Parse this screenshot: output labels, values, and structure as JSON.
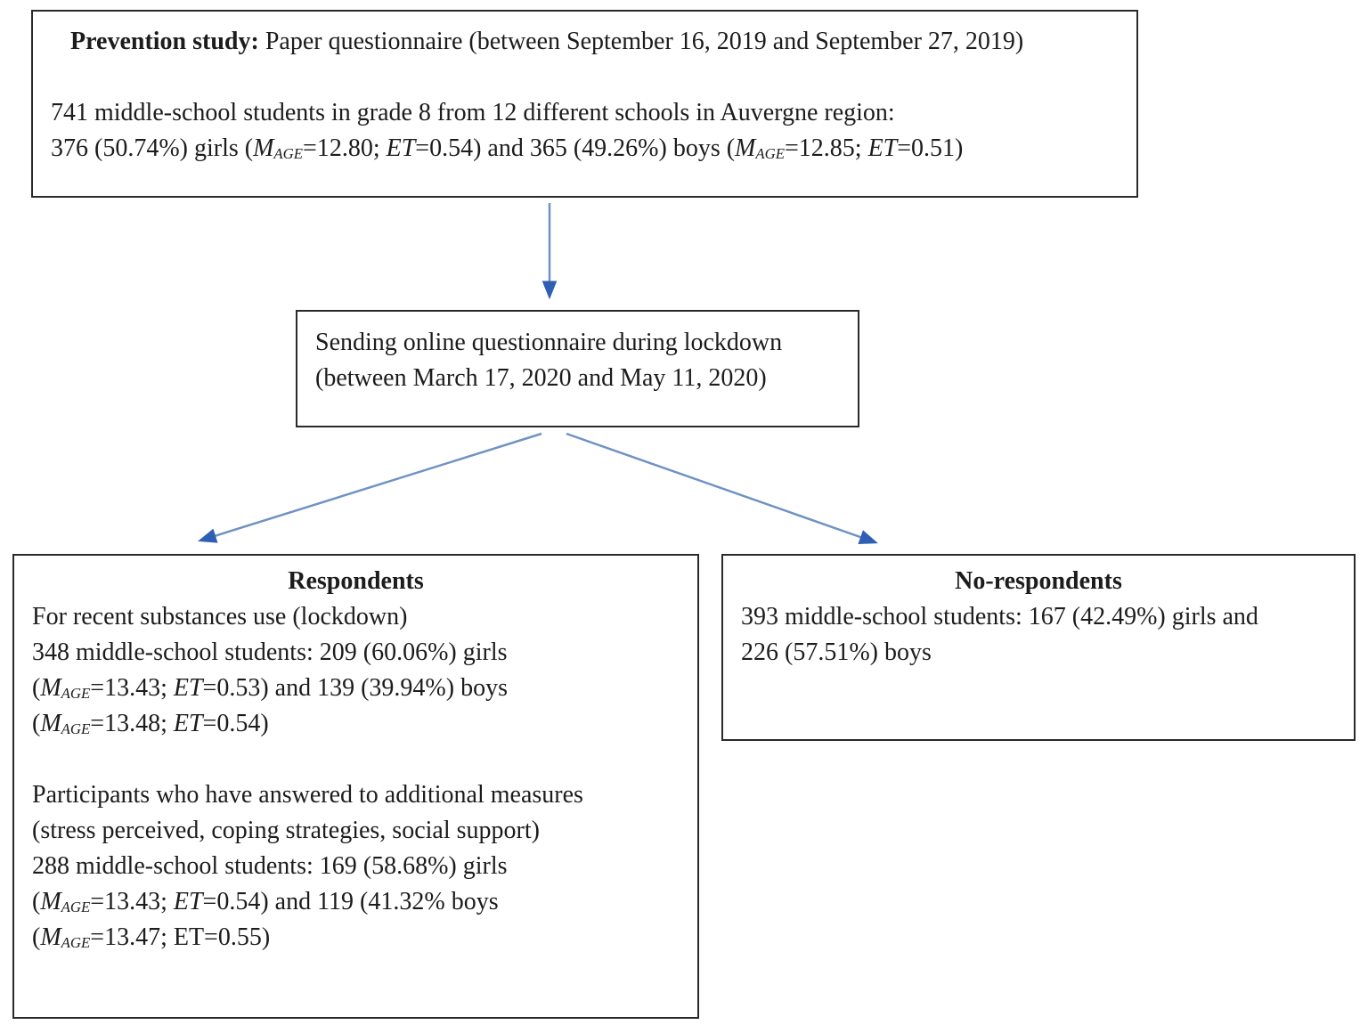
{
  "colors": {
    "arrow_line": "#6f93c3",
    "arrow_head": "#2f5fb3",
    "box_border": "#2a2a2a",
    "text": "#1c1c1c",
    "background": "#ffffff"
  },
  "top_box": {
    "title_bold": "Prevention study:",
    "title_rest": " Paper questionnaire (between September 16, 2019 and September 27, 2019)",
    "line2": "741 middle-school students in grade 8 from 12 different schools in Auvergne region:",
    "line3": "376 (50.74%) girls (*M~AGE~*=12.80; *ET*=0.54) and 365 (49.26%) boys (*M~AGE~*=12.85; *ET*=0.51)"
  },
  "middle_box": {
    "line1": "Sending online questionnaire during lockdown",
    "line2": "(between March 17, 2020 and May 11, 2020)"
  },
  "left_box": {
    "heading": "Respondents",
    "para1": [
      "For recent substances use (lockdown)",
      "348 middle-school students: 209 (60.06%) girls",
      "(*M~AGE~*=13.43; *ET*=0.53) and 139 (39.94%) boys",
      "(*M~AGE~*=13.48; *ET*=0.54)"
    ],
    "para2": [
      "Participants who have answered to additional measures",
      "(stress perceived, coping strategies, social support)",
      "288 middle-school students: 169 (58.68%) girls",
      "(*M~AGE~*=13.43; *ET*=0.54) and 119 (41.32% boys",
      "(*M~AGE~*=13.47; ET=0.55)"
    ]
  },
  "right_box": {
    "heading": "No-respondents",
    "lines": [
      "393 middle-school students: 167 (42.49%) girls and",
      "226 (57.51%) boys"
    ]
  }
}
